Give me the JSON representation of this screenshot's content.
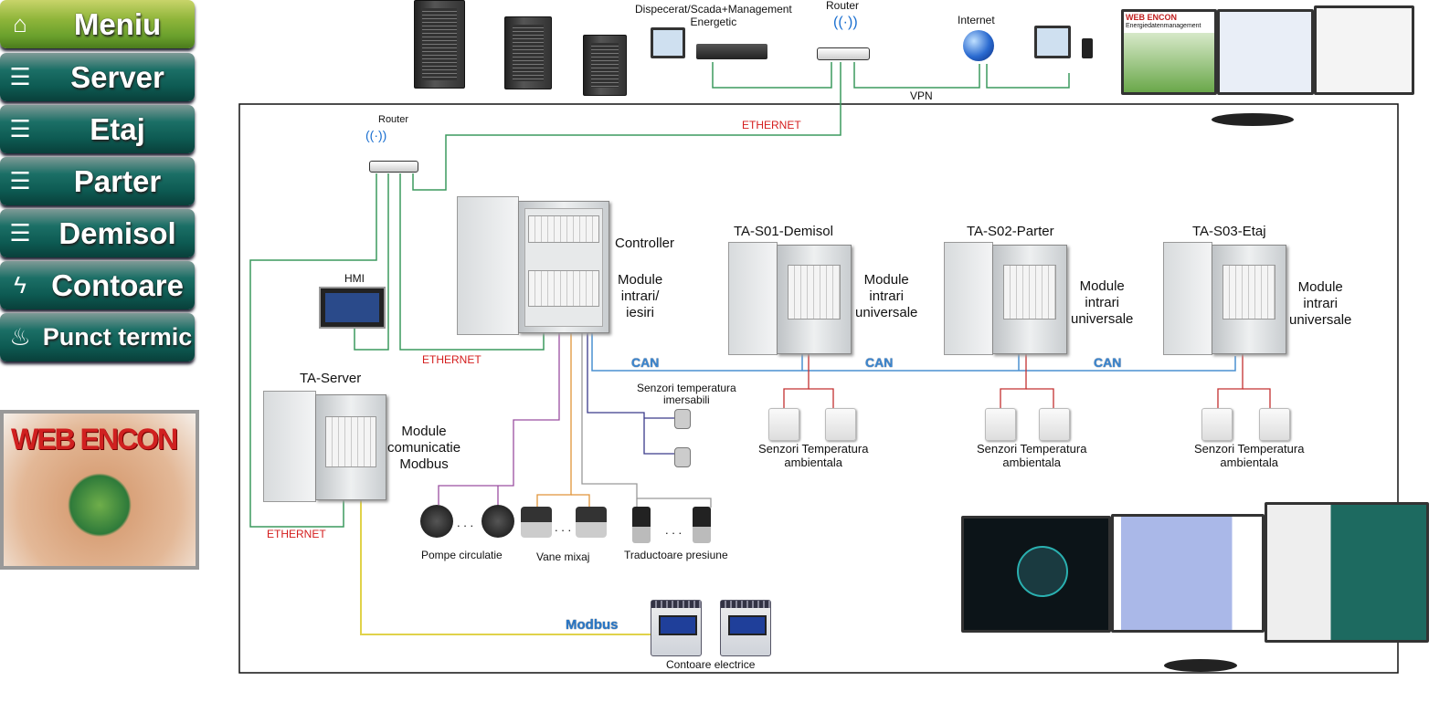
{
  "sidebar": {
    "items": [
      {
        "label": "Meniu",
        "icon": "house-icon"
      },
      {
        "label": "Server",
        "icon": "floor-icon"
      },
      {
        "label": "Etaj",
        "icon": "floor-icon"
      },
      {
        "label": "Parter",
        "icon": "floor-icon"
      },
      {
        "label": "Demisol",
        "icon": "floor-icon"
      },
      {
        "label": "Contoare",
        "icon": "lightning-icon"
      },
      {
        "label": "Punct termic",
        "icon": "flame-icon"
      }
    ],
    "logo": "WEB ENCON"
  },
  "top": {
    "dispatch": "Dispecerat/Scada+Management\nEnergetic",
    "router": "Router",
    "internet": "Internet",
    "vpn": "VPN",
    "monitor_logo": "WEB ENCON",
    "monitor_sub": "Energiedatenmanagement"
  },
  "diagram": {
    "router": "Router",
    "ethernet_top": "ETHERNET",
    "hmi": "HMI",
    "ethernet_mid": "ETHERNET",
    "ethernet_bottom": "ETHERNET",
    "controller": "Controller",
    "controller_modules": "Module\nintrari/\niesiri",
    "cabinets": [
      {
        "title": "TA-S01-Demisol",
        "modules": "Module\nintrari\nuniversale",
        "sensors": "Senzori Temperatura\nambientala"
      },
      {
        "title": "TA-S02-Parter",
        "modules": "Module\nintrari\nuniversale",
        "sensors": "Senzori Temperatura\nambientala"
      },
      {
        "title": "TA-S03-Etaj",
        "modules": "Module\nintrari\nuniversale",
        "sensors": "Senzori Temperatura\nambientala"
      }
    ],
    "can": "CAN",
    "server_title": "TA-Server",
    "server_modules": "Module\ncomunicatie\nModbus",
    "immersion": "Senzori temperatura\nimersabili",
    "pumps": "Pompe circulatie",
    "valves": "Vane mixaj",
    "pressure": "Traductoare presiune",
    "dots": ". . .",
    "modbus": "Modbus",
    "meters": "Contoare electrice"
  },
  "colors": {
    "ethernet": "#3c9a5f",
    "can": "#4a90d0",
    "sensor_wire": "#c43030",
    "modbus": "#e0d24a",
    "pumps": "#9a4fa0",
    "valves": "#e0953a",
    "pressure": "#999999",
    "immersion": "#3a3a8a"
  }
}
